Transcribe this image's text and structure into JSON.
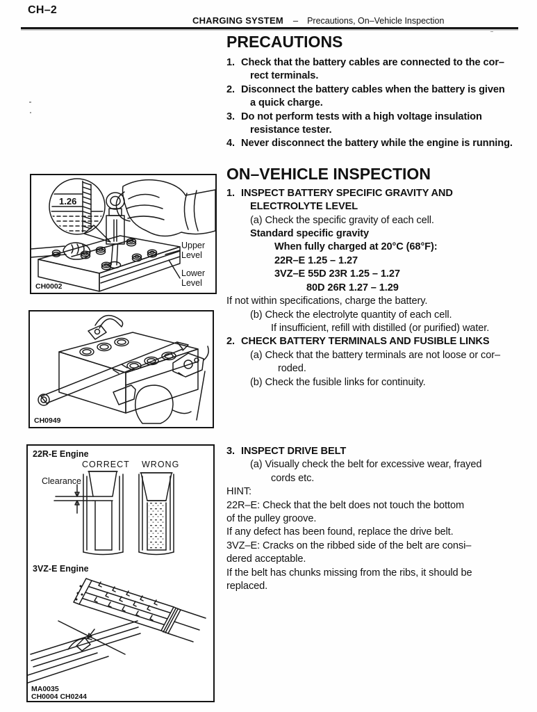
{
  "header": {
    "page_number": "CH–2",
    "section": "CHARGING SYSTEM",
    "separator": "–",
    "subtitle": "Precautions, On–Vehicle Inspection"
  },
  "precautions": {
    "title": "PRECAUTIONS",
    "item1_marker": "1.",
    "item1_line1": "Check that the battery cables are connected to the cor–",
    "item1_line2": "rect terminals.",
    "item2_marker": "2.",
    "item2_line1": "Disconnect the battery cables when the battery is given",
    "item2_line2": "a quick charge.",
    "item3_marker": "3.",
    "item3_line1": "Do not perform tests with a high voltage insulation",
    "item3_line2": "resistance tester.",
    "item4_marker": "4.",
    "item4_line1": "Never disconnect the battery while the engine is running."
  },
  "inspection": {
    "title": "ON–VEHICLE INSPECTION",
    "step1": {
      "marker": "1.",
      "title1": "INSPECT BATTERY SPECIFIC GRAVITY AND",
      "title2": "ELECTROLYTE LEVEL",
      "a": "(a) Check the specific gravity of each cell.",
      "std": "Standard specific gravity",
      "spec1": "When fully charged at 20°C (68°F):",
      "spec2": "22R–E 1.25 – 1.27",
      "spec3": "3VZ–E 55D 23R 1.25 – 1.27",
      "spec4": "80D 26R 1.27 – 1.29",
      "note": "If not within specifications, charge the battery.",
      "b": "(b) Check the electrolyte quantity of each cell.",
      "b_note": "If insufficient, refill with distilled (or purified) water."
    },
    "step2": {
      "marker": "2.",
      "title": "CHECK BATTERY TERMINALS AND FUSIBLE LINKS",
      "a1": "(a) Check that the battery terminals are not loose or cor–",
      "a2": "roded.",
      "b": "(b) Check the fusible links for continuity."
    },
    "step3": {
      "marker": "3.",
      "title": "INSPECT DRIVE BELT",
      "a1": "(a) Visually check the belt for excessive wear, frayed",
      "a2": "cords etc.",
      "hint_label": "HINT:",
      "hint1": "22R–E: Check that the belt does not touch the bottom",
      "hint2": "of the pulley groove.",
      "hint3": "If any defect has been found, replace the drive belt.",
      "hint4": "3VZ–E: Cracks on the ribbed side of the belt are consi–",
      "hint5": "dered acceptable.",
      "hint6": "If the belt has chunks missing from the ribs, it should be",
      "hint7": "replaced."
    }
  },
  "figures": {
    "fig1": {
      "code": "CH0002",
      "reading": "1.26",
      "upper_label1": "Upper",
      "upper_label2": "Level",
      "lower_label1": "Lower",
      "lower_label2": "Level"
    },
    "fig2": {
      "code": "CH0949"
    },
    "fig3": {
      "engine_top": "22R-E Engine",
      "correct": "CORRECT",
      "wrong": "WRONG",
      "clearance": "Clearance",
      "engine_bottom": "3VZ-E Engine",
      "code1": "MA0035",
      "code2": "CH0004 CH0244"
    }
  }
}
